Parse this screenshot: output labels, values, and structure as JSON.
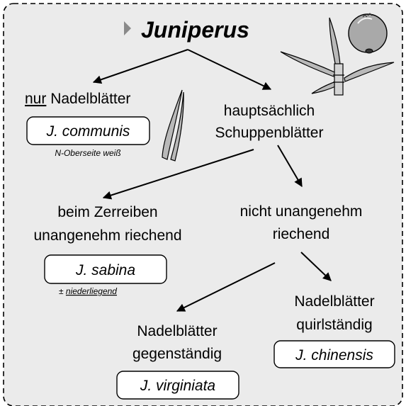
{
  "title": "Juniperus",
  "colors": {
    "background": "#ebebeb",
    "frame": "#000000",
    "leaf": "#b9b9b9",
    "berry": "#a9a9a9",
    "box": "#ffffff"
  },
  "icons": {
    "title_marker": "right-triangle-icon"
  },
  "branches": {
    "needles_only": {
      "prefix": "nur",
      "rest": " Nadelblätter",
      "species": "J. communis",
      "note": "N-Oberseite weiß"
    },
    "scale_leaves": {
      "line1": "hauptsächlich",
      "line2": "Schuppenblätter"
    },
    "unpleasant": {
      "line1": "beim Zerreiben",
      "line2": "unangenehm riechend",
      "species": "J. sabina",
      "note_prefix": "± ",
      "note": "niederliegend"
    },
    "not_unpleasant": {
      "line1": "nicht unangenehm",
      "line2": "riechend"
    },
    "opposite": {
      "line1": "Nadelblätter",
      "line2": "gegenständig",
      "species": "J. virginiata"
    },
    "whorled": {
      "line1": "Nadelblätter",
      "line2": "quirlständig",
      "species": "J. chinensis"
    }
  }
}
